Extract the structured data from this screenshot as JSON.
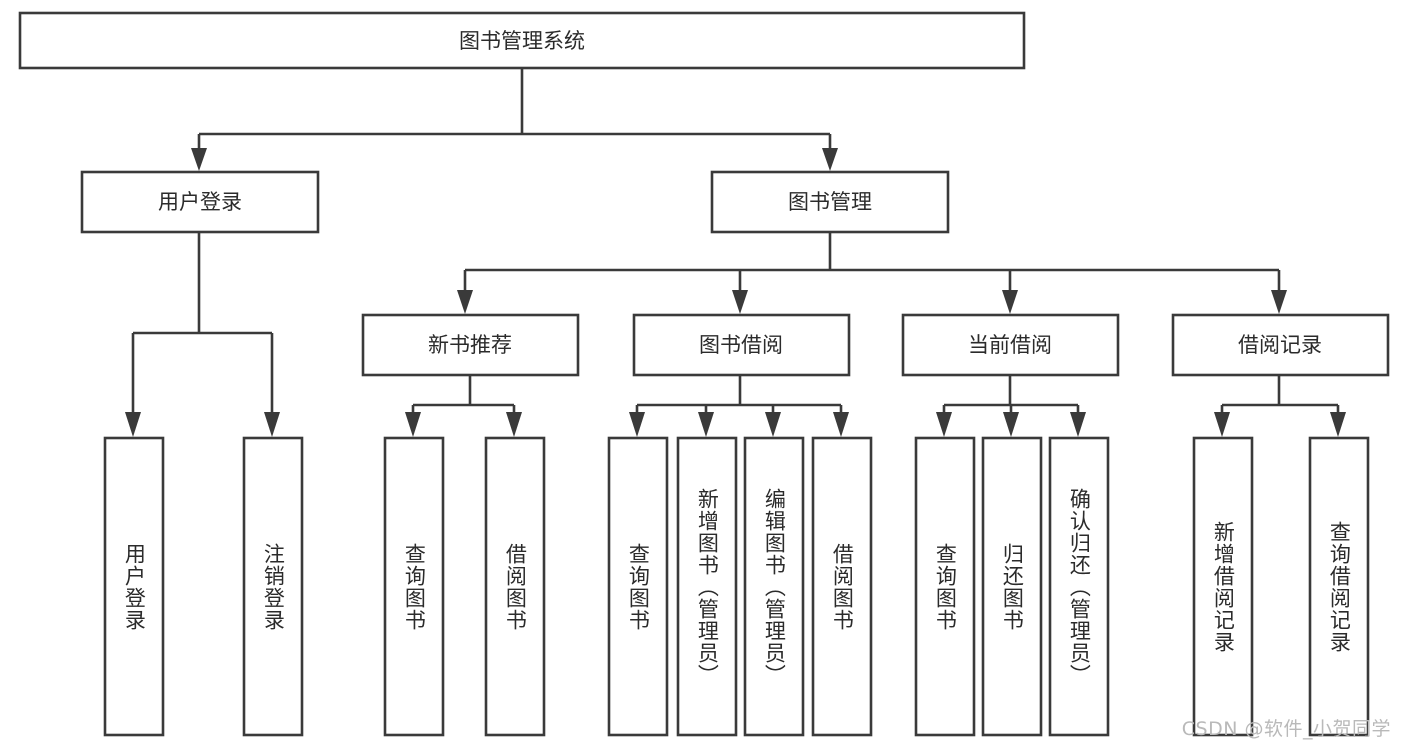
{
  "diagram": {
    "title": "图书管理系统",
    "type": "tree",
    "watermark": "CSDN @软件_小贺同学",
    "root": {
      "id": "root",
      "label": "图书管理系统",
      "orientation": "horizontal"
    },
    "level2": [
      {
        "id": "user-login",
        "label": "用户登录",
        "orientation": "horizontal"
      },
      {
        "id": "book-manage",
        "label": "图书管理",
        "orientation": "horizontal"
      }
    ],
    "level3": [
      {
        "id": "new-book-recommend",
        "label": "新书推荐",
        "orientation": "horizontal",
        "parent": "book-manage"
      },
      {
        "id": "book-borrow",
        "label": "图书借阅",
        "orientation": "horizontal",
        "parent": "book-manage"
      },
      {
        "id": "current-borrow",
        "label": "当前借阅",
        "orientation": "horizontal",
        "parent": "book-manage"
      },
      {
        "id": "borrow-record",
        "label": "借阅记录",
        "orientation": "horizontal",
        "parent": "book-manage"
      }
    ],
    "leaves": [
      {
        "id": "leaf-user-login",
        "label": "用户登录",
        "orientation": "vertical",
        "parent": "user-login"
      },
      {
        "id": "leaf-user-logout",
        "label": "注销登录",
        "orientation": "vertical",
        "parent": "user-login"
      },
      {
        "id": "leaf-query-book-1",
        "label": "查询图书",
        "orientation": "vertical",
        "parent": "new-book-recommend"
      },
      {
        "id": "leaf-borrow-book-1",
        "label": "借阅图书",
        "orientation": "vertical",
        "parent": "new-book-recommend"
      },
      {
        "id": "leaf-query-book-2",
        "label": "查询图书",
        "orientation": "vertical",
        "parent": "book-borrow"
      },
      {
        "id": "leaf-add-book",
        "label": "新增图书（管理员）",
        "orientation": "vertical",
        "parent": "book-borrow"
      },
      {
        "id": "leaf-edit-book",
        "label": "编辑图书（管理员）",
        "orientation": "vertical",
        "parent": "book-borrow"
      },
      {
        "id": "leaf-borrow-book-2",
        "label": "借阅图书",
        "orientation": "vertical",
        "parent": "book-borrow"
      },
      {
        "id": "leaf-query-book-3",
        "label": "查询图书",
        "orientation": "vertical",
        "parent": "current-borrow"
      },
      {
        "id": "leaf-return-book",
        "label": "归还图书",
        "orientation": "vertical",
        "parent": "current-borrow"
      },
      {
        "id": "leaf-confirm-return",
        "label": "确认归还（管理员）",
        "orientation": "vertical",
        "parent": "current-borrow"
      },
      {
        "id": "leaf-add-record",
        "label": "新增借阅记录",
        "orientation": "vertical",
        "parent": "borrow-record"
      },
      {
        "id": "leaf-query-record",
        "label": "查询借阅记录",
        "orientation": "vertical",
        "parent": "borrow-record"
      }
    ],
    "colors": {
      "stroke": "#3a3a3a",
      "fill": "#ffffff",
      "text": "#2b2b2b",
      "watermark": "#b9b9b9"
    }
  }
}
